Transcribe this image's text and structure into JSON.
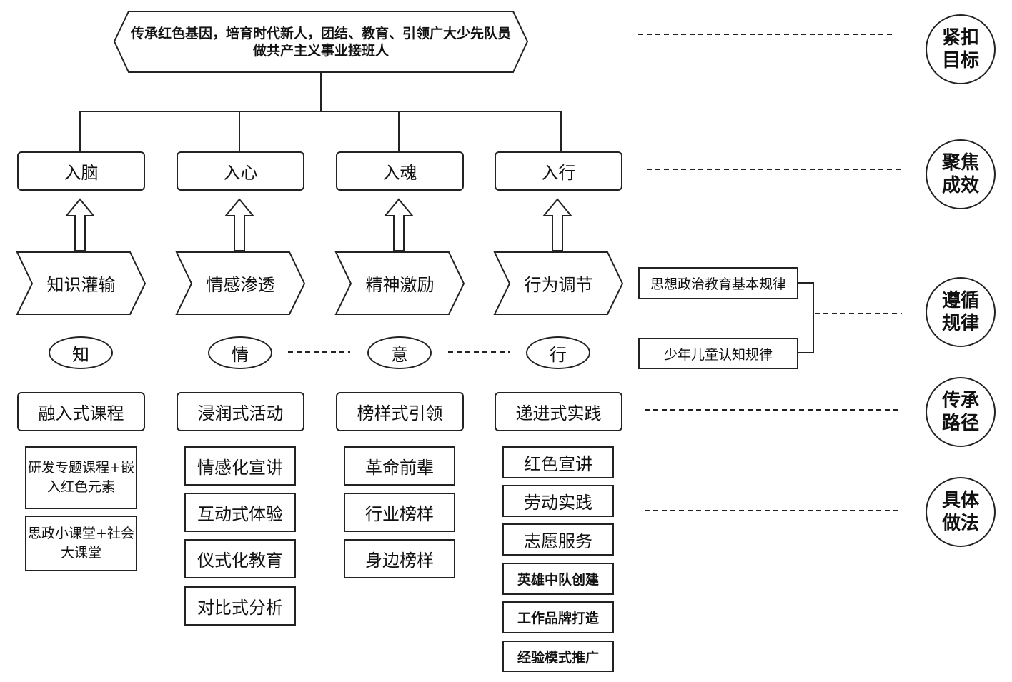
{
  "goal": {
    "line1": "传承红色基因，培育时代新人，团结、教育、引领广大少先队员",
    "line2": "做共产主义事业接班人"
  },
  "dimensions": [
    {
      "label": "紧扣\n目标"
    },
    {
      "label": "聚焦\n成效"
    },
    {
      "label": "遵循\n规律"
    },
    {
      "label": "传承\n路径"
    },
    {
      "label": "具体\n做法"
    }
  ],
  "stages": [
    "入脑",
    "入心",
    "入魂",
    "入行"
  ],
  "mechanisms": [
    "知识灌输",
    "情感渗透",
    "精神激励",
    "行为调节"
  ],
  "letters": [
    "知",
    "情",
    "意",
    "行"
  ],
  "laws": [
    "思想政治教育基本规律",
    "少年儿童认知规律"
  ],
  "methods": [
    "融入式课程",
    "浸润式活动",
    "榜样式引领",
    "递进式实践"
  ],
  "practices": {
    "col1": [
      "研发专题课程+嵌入红色元素",
      "思政小课堂+社会大课堂"
    ],
    "col2": [
      "情感化宣讲",
      "互动式体验",
      "仪式化教育",
      "对比式分析"
    ],
    "col3": [
      "革命前辈",
      "行业榜样",
      "身边榜样"
    ],
    "col4": [
      "红色宣讲",
      "劳动实践",
      "志愿服务",
      "英雄中队创建",
      "工作品牌打造",
      "经验模式推广"
    ]
  },
  "colors": {
    "stroke": "#222222",
    "fill": "#ffffff",
    "text": "#111111"
  },
  "icons": [
    "hollow-up-arrow-icon",
    "chevron-shape"
  ]
}
